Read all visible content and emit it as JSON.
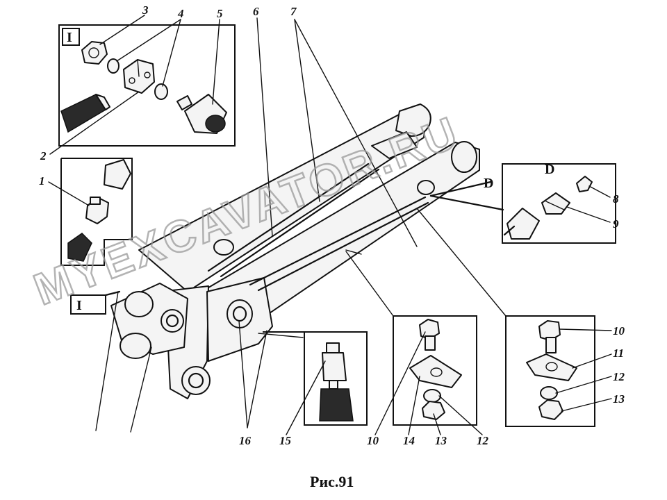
{
  "figure": {
    "caption": "Рис.91",
    "watermark": "MYEXCAVATOR.RU"
  },
  "views": {
    "view_I_top": "I",
    "view_I_side": "I",
    "view_D_box": "D",
    "view_D_arrow": "D"
  },
  "callouts": [
    {
      "id": "1",
      "text": "1"
    },
    {
      "id": "2",
      "text": "2"
    },
    {
      "id": "3",
      "text": "3"
    },
    {
      "id": "4",
      "text": "4"
    },
    {
      "id": "5",
      "text": "5"
    },
    {
      "id": "6",
      "text": "6"
    },
    {
      "id": "7",
      "text": "7"
    },
    {
      "id": "8",
      "text": "8"
    },
    {
      "id": "9",
      "text": "9"
    },
    {
      "id": "10a",
      "text": "10"
    },
    {
      "id": "11",
      "text": "11"
    },
    {
      "id": "12a",
      "text": "12"
    },
    {
      "id": "13a",
      "text": "13"
    },
    {
      "id": "10b",
      "text": "10"
    },
    {
      "id": "14",
      "text": "14"
    },
    {
      "id": "13b",
      "text": "13"
    },
    {
      "id": "12b",
      "text": "12"
    },
    {
      "id": "15",
      "text": "15"
    },
    {
      "id": "16",
      "text": "16"
    }
  ]
}
